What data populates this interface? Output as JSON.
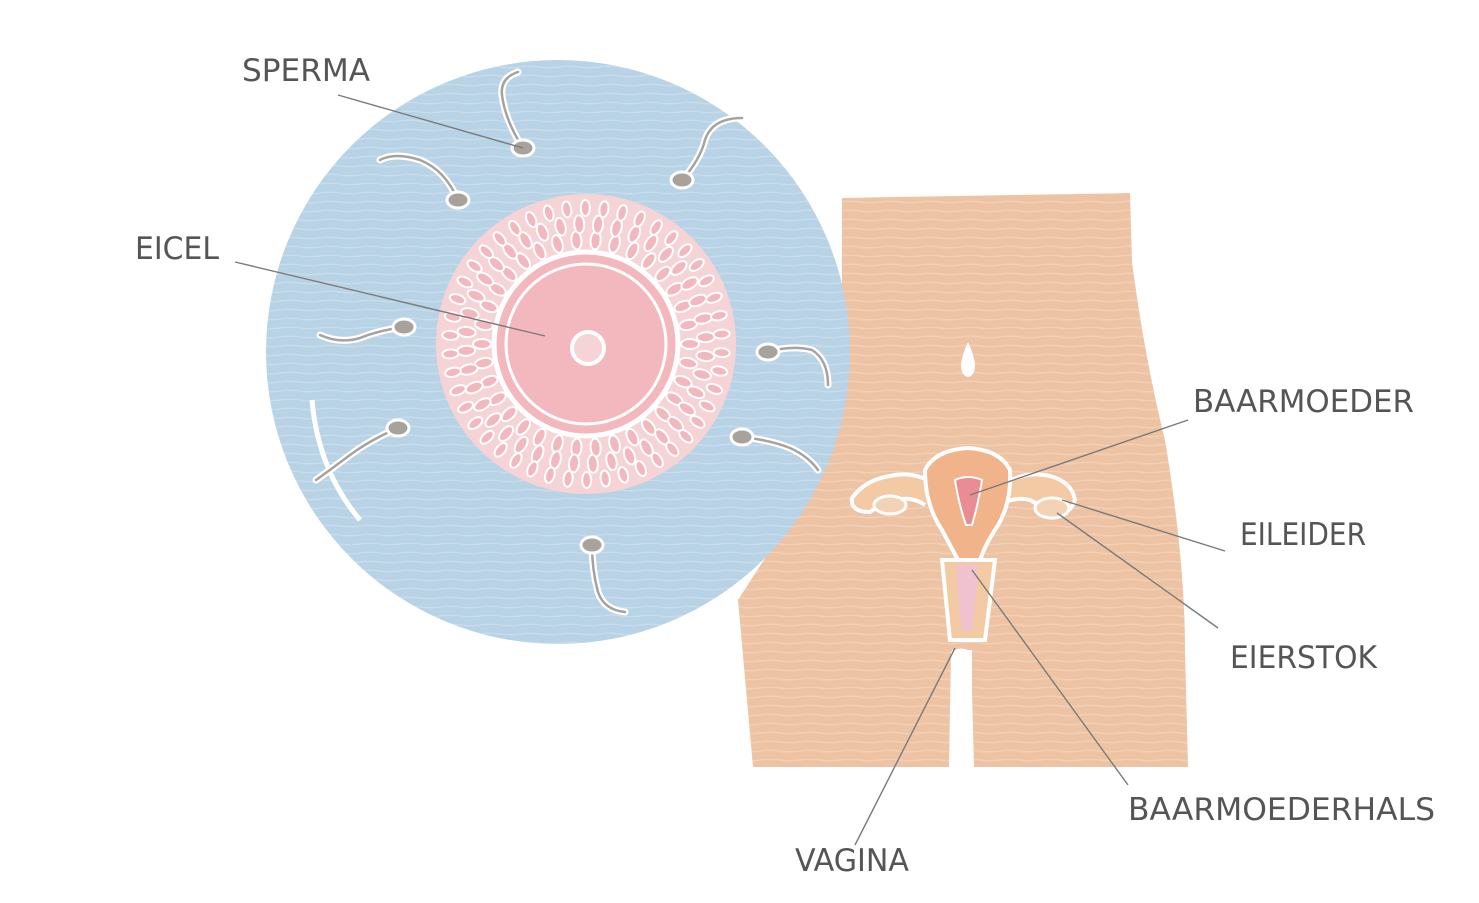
{
  "colors": {
    "circle": "#b8d2e6",
    "body": "#edc3a4",
    "egg_outer": "#f6d4d6",
    "egg_inner": "#f3b8be",
    "sperm": "#a8a29c",
    "outline": "#ffffff",
    "leader": "#7a7a7a",
    "text": "#555555",
    "uterus": "#f1b48a",
    "uterus_inner": "#e98c94",
    "vagina_inner": "#f0c2d0"
  },
  "labels": {
    "sperma": "SPERMA",
    "eicel": "EICEL",
    "baarmoeder": "BAARMOEDER",
    "eileider": "EILEIDER",
    "eierstok": "EIERSTOK",
    "baarmoederhals": "BAARMOEDERHALS",
    "vagina": "VAGINA"
  },
  "icons": {
    "sperm": "sperm-icon",
    "egg": "egg-cell-icon",
    "uterus": "uterus-icon",
    "navel": "navel-icon"
  }
}
